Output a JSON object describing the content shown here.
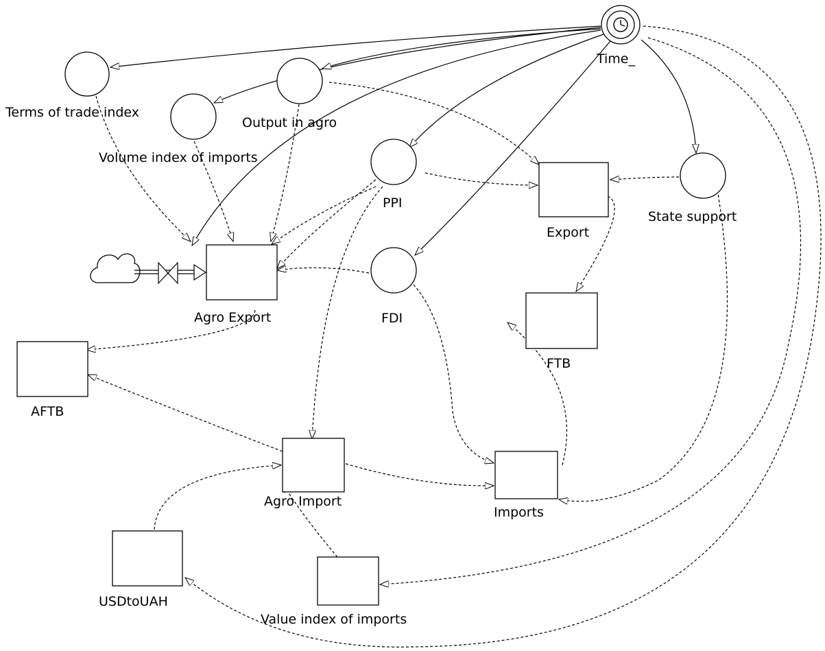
{
  "diagram": {
    "time_node": "Time_",
    "stocks": {
      "agro_export": "Agro Export",
      "export": "Export",
      "ftb": "FTB",
      "aftb": "AFTB",
      "agro_import": "Agro Import",
      "imports": "Imports",
      "usd_to_uah": "USDtoUAH",
      "value_index_of_imports": "Value index of imports"
    },
    "auxiliaries": {
      "terms_of_trade_index": "Terms of trade index",
      "volume_index_of_imports": "Volume index of imports",
      "output_in_agro": "Output in agro",
      "ppi": "PPI",
      "fdi": "FDI",
      "state_support": "State support"
    }
  }
}
